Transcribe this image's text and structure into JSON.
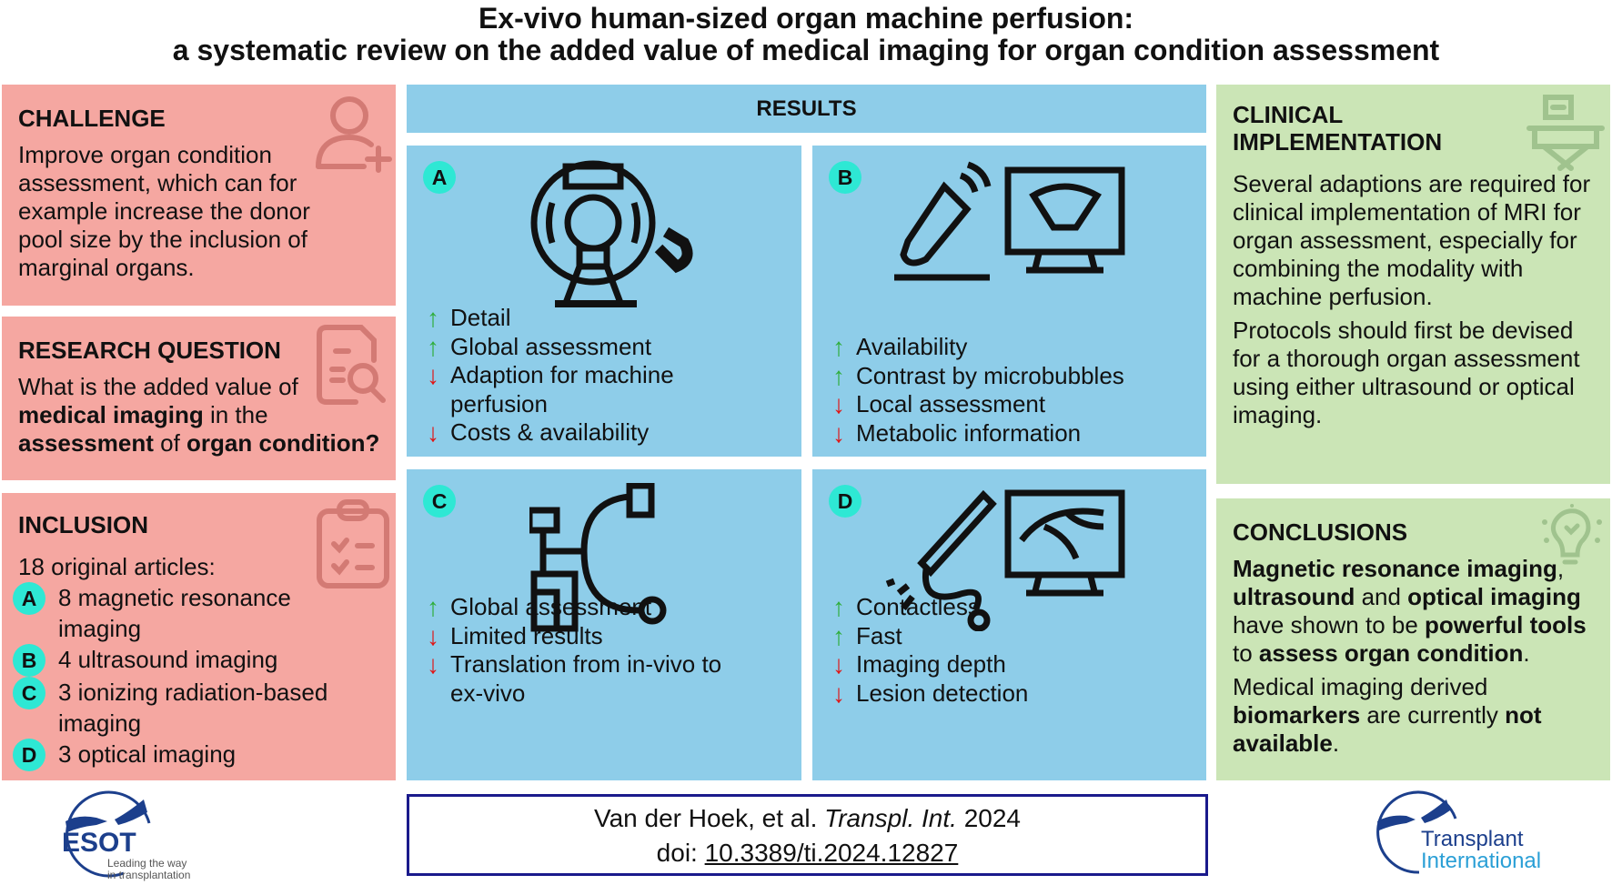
{
  "title": {
    "line1": "Ex-vivo human-sized organ machine perfusion:",
    "line2": "a systematic review on the added value of medical imaging for organ condition assessment"
  },
  "challenge": {
    "heading": "CHALLENGE",
    "text": "Improve organ condition assessment, which can for example increase the donor pool size by the inclusion of marginal organs.",
    "icon": "user-plus-icon"
  },
  "research_question": {
    "heading": "RESEARCH QUESTION",
    "segments": [
      {
        "t": "What is the added value of ",
        "b": false
      },
      {
        "t": "medical imaging",
        "b": true
      },
      {
        "t": " in the ",
        "b": false
      },
      {
        "t": "assessment",
        "b": true
      },
      {
        "t": " of ",
        "b": false
      },
      {
        "t": "organ condition?",
        "b": true
      }
    ],
    "icon": "document-search-icon"
  },
  "inclusion": {
    "heading": "INCLUSION",
    "intro": "18 original articles:",
    "items": [
      {
        "badge": "A",
        "text": "8 magnetic resonance imaging"
      },
      {
        "badge": "B",
        "text": "4 ultrasound imaging"
      },
      {
        "badge": "C",
        "text": "3 ionizing radiation-based imaging"
      },
      {
        "badge": "D",
        "text": "3 optical imaging"
      }
    ],
    "icon": "clipboard-checklist-icon"
  },
  "results": {
    "heading": "RESULTS",
    "panels": [
      {
        "badge": "A",
        "icon": "mri-scanner-icon",
        "items": [
          {
            "dir": "up",
            "text": "Detail"
          },
          {
            "dir": "up",
            "text": "Global assessment"
          },
          {
            "dir": "down",
            "text": "Adaption for machine perfusion"
          },
          {
            "dir": "down",
            "text": "Costs & availability"
          }
        ]
      },
      {
        "badge": "B",
        "icon": "ultrasound-probe-monitor-icon",
        "items": [
          {
            "dir": "up",
            "text": "Availability"
          },
          {
            "dir": "up",
            "text": "Contrast by microbubbles"
          },
          {
            "dir": "down",
            "text": "Local assessment"
          },
          {
            "dir": "down",
            "text": "Metabolic information"
          }
        ]
      },
      {
        "badge": "C",
        "icon": "c-arm-xray-icon",
        "items": [
          {
            "dir": "up",
            "text": "Global assessment"
          },
          {
            "dir": "down",
            "text": "Limited results"
          },
          {
            "dir": "down",
            "text": "Translation from in-vivo to ex-vivo"
          }
        ]
      },
      {
        "badge": "D",
        "icon": "optical-probe-monitor-icon",
        "items": [
          {
            "dir": "up",
            "text": "Contactless"
          },
          {
            "dir": "up",
            "text": "Fast"
          },
          {
            "dir": "down",
            "text": "Imaging depth"
          },
          {
            "dir": "down",
            "text": "Lesion detection"
          }
        ]
      }
    ],
    "arrow_up": "↑",
    "arrow_down": "↓"
  },
  "clinical": {
    "heading": "CLINICAL IMPLEMENTATION",
    "paragraphs": [
      "Several adaptions are required for clinical implementation of MRI for organ assessment, especially for combining the modality with machine perfusion.",
      "Protocols should first be devised for a thorough organ assessment using either ultrasound or optical imaging."
    ],
    "icon": "hospital-bed-icon"
  },
  "conclusions": {
    "heading": "CONCLUSIONS",
    "p1": [
      {
        "t": "Magnetic resonance imaging",
        "b": true
      },
      {
        "t": ", ",
        "b": false
      },
      {
        "t": "ultrasound",
        "b": true
      },
      {
        "t": " and ",
        "b": false
      },
      {
        "t": "optical imaging",
        "b": true
      },
      {
        "t": " have shown to be ",
        "b": false
      },
      {
        "t": "powerful tools",
        "b": true
      },
      {
        "t": " to ",
        "b": false
      },
      {
        "t": "assess organ condition",
        "b": true
      },
      {
        "t": ".",
        "b": false
      }
    ],
    "p2": [
      {
        "t": "Medical imaging derived ",
        "b": false
      },
      {
        "t": "biomarkers",
        "b": true
      },
      {
        "t": " are currently ",
        "b": false
      },
      {
        "t": "not available",
        "b": true
      },
      {
        "t": ".",
        "b": false
      }
    ],
    "icon": "lightbulb-icon"
  },
  "citation": {
    "authors": "Van der Hoek, et al. ",
    "journal": "Transpl. Int.",
    "year": " 2024",
    "doi_label": "doi: ",
    "doi": "10.3389/ti.2024.12827"
  },
  "logos": {
    "esot": {
      "name": "ESOT",
      "tagline1": "Leading the way",
      "tagline2": "in transplantation"
    },
    "ti": {
      "line1": "Transplant",
      "line2": "International"
    }
  },
  "colors": {
    "challenge": "#f5a7a1",
    "results": "#8ecde9",
    "outcome": "#cbe5b6",
    "badge": "#2ee8d4",
    "up": "#2fae3a",
    "down": "#e01515",
    "brand": "#1c3f8c"
  }
}
